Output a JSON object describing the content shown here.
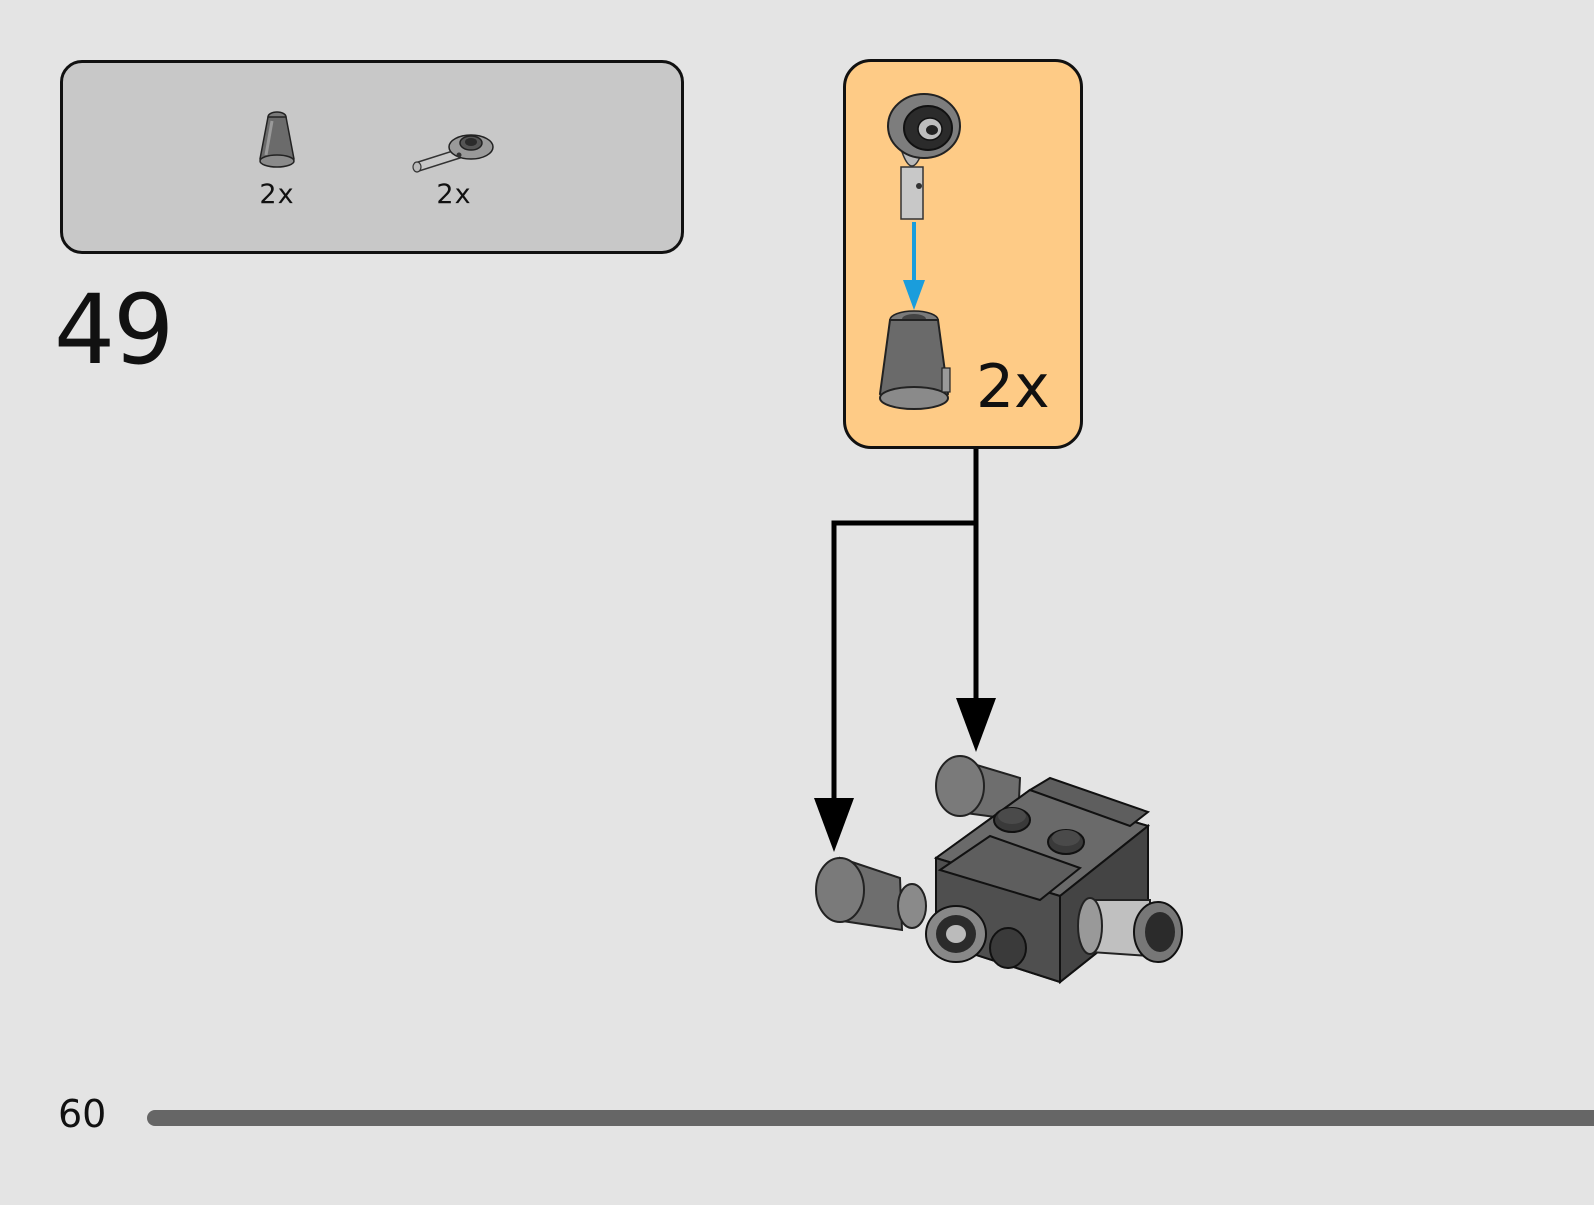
{
  "parts_list": {
    "items": [
      {
        "name": "cone-piece",
        "quantity": "2x"
      },
      {
        "name": "ball-joint-arm-piece",
        "quantity": "2x"
      }
    ]
  },
  "step": {
    "number": "49"
  },
  "subassembly": {
    "quantity": "2x"
  },
  "page": {
    "number": "60"
  },
  "colors": {
    "page_background": "#e4e4e4",
    "parts_box": "#c8c8c8",
    "subassembly_callout": "#fecb86",
    "connection_arrow": "#1a9ddc",
    "brick_dark_gray": "#5b5b5b",
    "brick_light_gray": "#a8a8a8",
    "progress_bar": "#666666"
  }
}
